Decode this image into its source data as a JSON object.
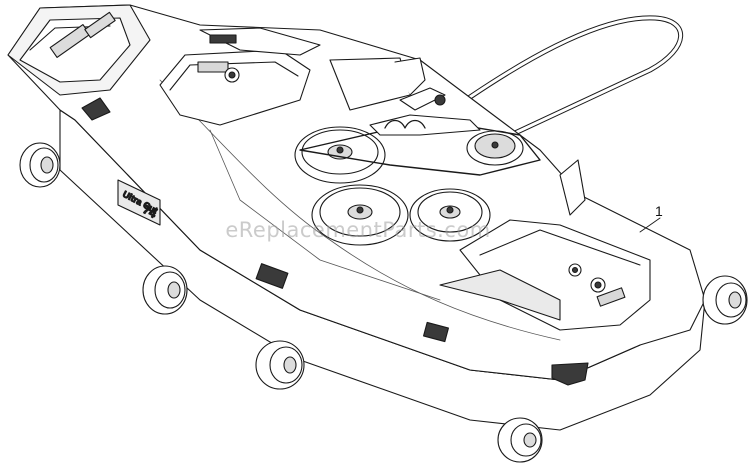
{
  "diagram": {
    "callout_number": "1",
    "watermark": "eReplacementParts.com",
    "deck_logo_text": "Ultra Cut",
    "deck_logo_number": "74",
    "colors": {
      "line": "#1a1a1a",
      "fill": "#ffffff",
      "shade": "#d8d8d8",
      "dark": "#3a3a3a",
      "watermark": "#a0a0a0"
    }
  }
}
